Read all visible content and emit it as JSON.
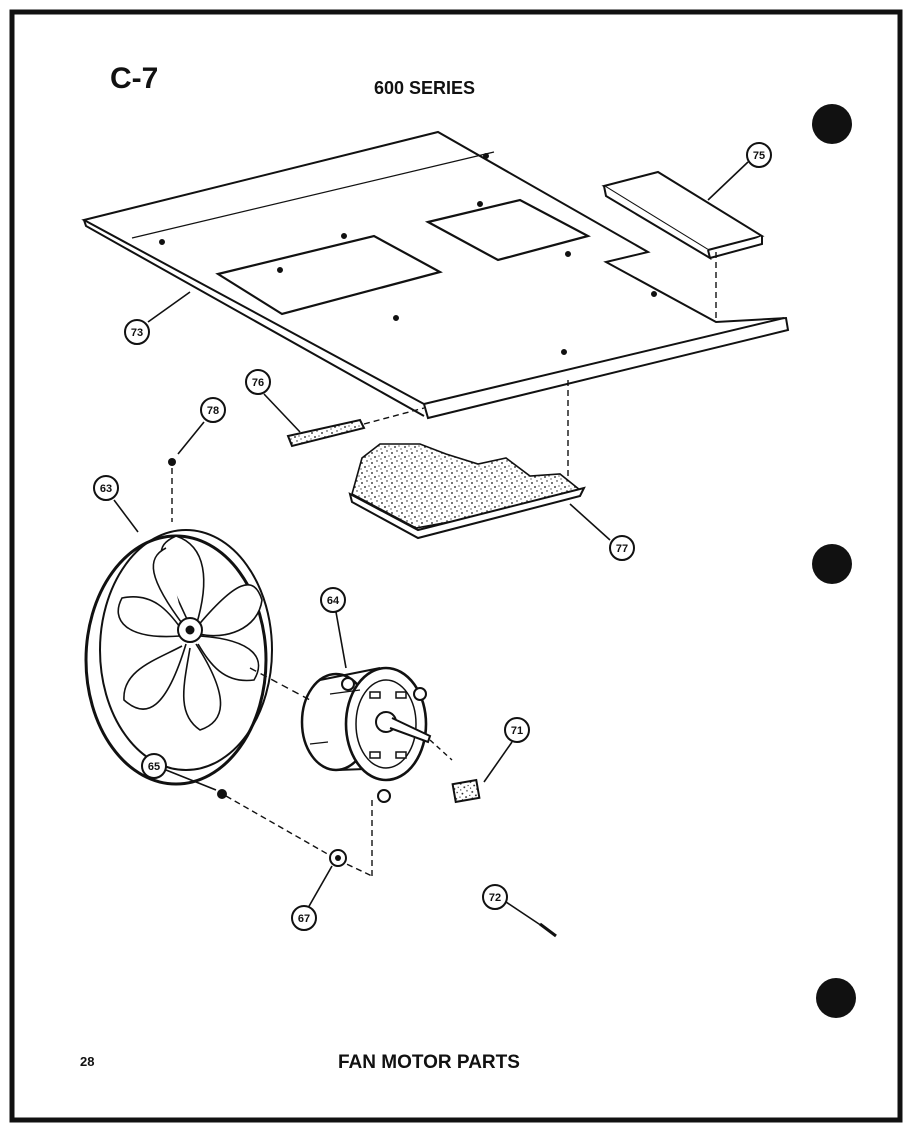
{
  "header": {
    "figure_code": "C-7",
    "series_title": "600 SERIES"
  },
  "footer": {
    "page_number": "28",
    "caption": "FAN MOTOR PARTS"
  },
  "callouts": [
    "75",
    "73",
    "76",
    "78",
    "77",
    "63",
    "64",
    "71",
    "65",
    "67",
    "72"
  ],
  "colors": {
    "ink": "#111111",
    "paper": "#ffffff"
  }
}
